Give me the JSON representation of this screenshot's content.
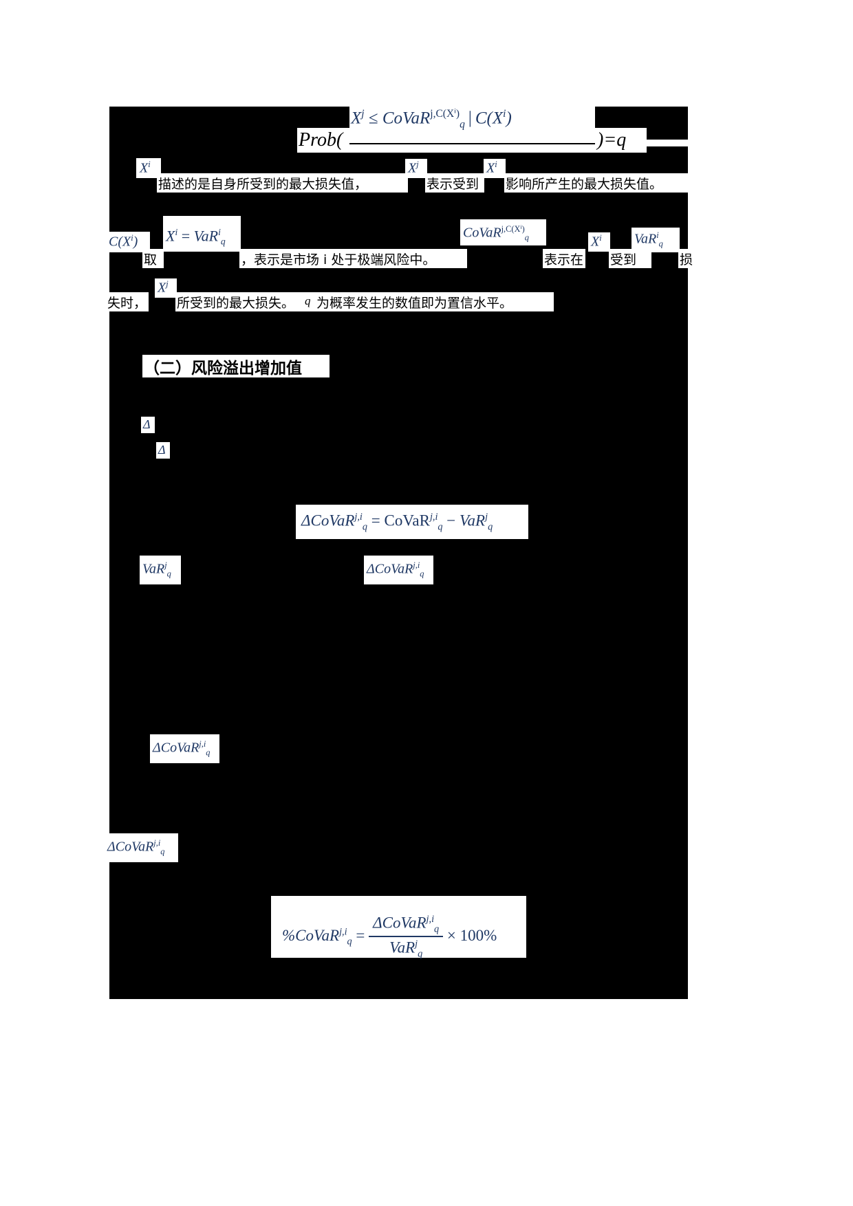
{
  "document": {
    "language": "zh-CN",
    "page_background": "#ffffff",
    "redaction_color": "#000000",
    "math_color": "#1F3864"
  },
  "formulas": {
    "prob_covar": {
      "prefix": "Prob(",
      "numerator_left": "X",
      "numerator_left_sup": "j",
      "relation": "≤",
      "covar": "CoVaR",
      "covar_sup": "j,C(Xⁱ)",
      "covar_sub": "q",
      "condition": "C(X",
      "condition_sup": "i",
      "condition_close": ")",
      "suffix": ")=q"
    },
    "delta_covar_def": {
      "lhs": "ΔCoVaR",
      "lhs_sup": "j,i",
      "lhs_sub": "q",
      "equals": "=",
      "rhs1": "CoVaR",
      "rhs1_sup": "j,i",
      "rhs1_sub": "q",
      "minus": "−",
      "rhs2": "VaR",
      "rhs2_sup": "j",
      "rhs2_sub": "q"
    },
    "percent_covar": {
      "lhs": "%CoVaR",
      "lhs_sup": "j,i",
      "lhs_sub": "q",
      "equals": "=",
      "numerator": "ΔCoVaR",
      "numerator_sup": "j,i",
      "numerator_sub": "q",
      "denominator": "VaR",
      "denominator_sup": "j",
      "denominator_sub": "q",
      "times": "× 100%"
    }
  },
  "inline_symbols": {
    "x_i_1": {
      "base": "X",
      "sup": "i"
    },
    "x_j_1": {
      "base": "X",
      "sup": "j"
    },
    "x_i_2": {
      "base": "X",
      "sup": "i"
    },
    "c_x_i": {
      "text": "C(X",
      "sup": "i",
      "close": ")"
    },
    "x_i_eq_var": {
      "lhs": "X",
      "lhs_sup": "i",
      "eq": "=",
      "rhs": "VaR",
      "rhs_sup": "i",
      "rhs_sub": "q"
    },
    "covar_j_cxi": {
      "base": "CoVaR",
      "sup": "j,C(Xⁱ)",
      "sub": "q"
    },
    "x_i_3": {
      "base": "X",
      "sup": "i"
    },
    "var_i_q": {
      "base": "VaR",
      "sup": "i",
      "sub": "q"
    },
    "x_j_2": {
      "base": "X",
      "sup": "j"
    },
    "var_j_q_left": {
      "base": "VaR",
      "sup": "j",
      "sub": "q"
    },
    "delta_covar_mid": {
      "base": "ΔCoVaR",
      "sup": "j,i",
      "sub": "q"
    },
    "delta_covar_lower": {
      "base": "ΔCoVaR",
      "sup": "j,i",
      "sub": "q"
    },
    "delta_covar_bottom": {
      "base": "ΔCoVaR",
      "sup": "j,i",
      "sub": "q"
    },
    "delta_1": "Δ",
    "delta_2": "Δ"
  },
  "paragraphs": {
    "line1_a": "描述的是自身所受到的最大损失值，",
    "line1_b": "表示受到",
    "line1_c": "影响所产生的最大损失值。",
    "line2_a": "取",
    "line2_b": "，表示是市场 i 处于极端风险中。",
    "line2_c": "表示在",
    "line2_d": "受到",
    "line2_e": "损",
    "line3_a": "失时，",
    "line3_b": "所受到的最大损失。",
    "line3_c": "为概率发生的数值即为置信水平。",
    "line3_q": "q"
  },
  "headings": {
    "section_two": "（二）风险溢出增加值"
  }
}
